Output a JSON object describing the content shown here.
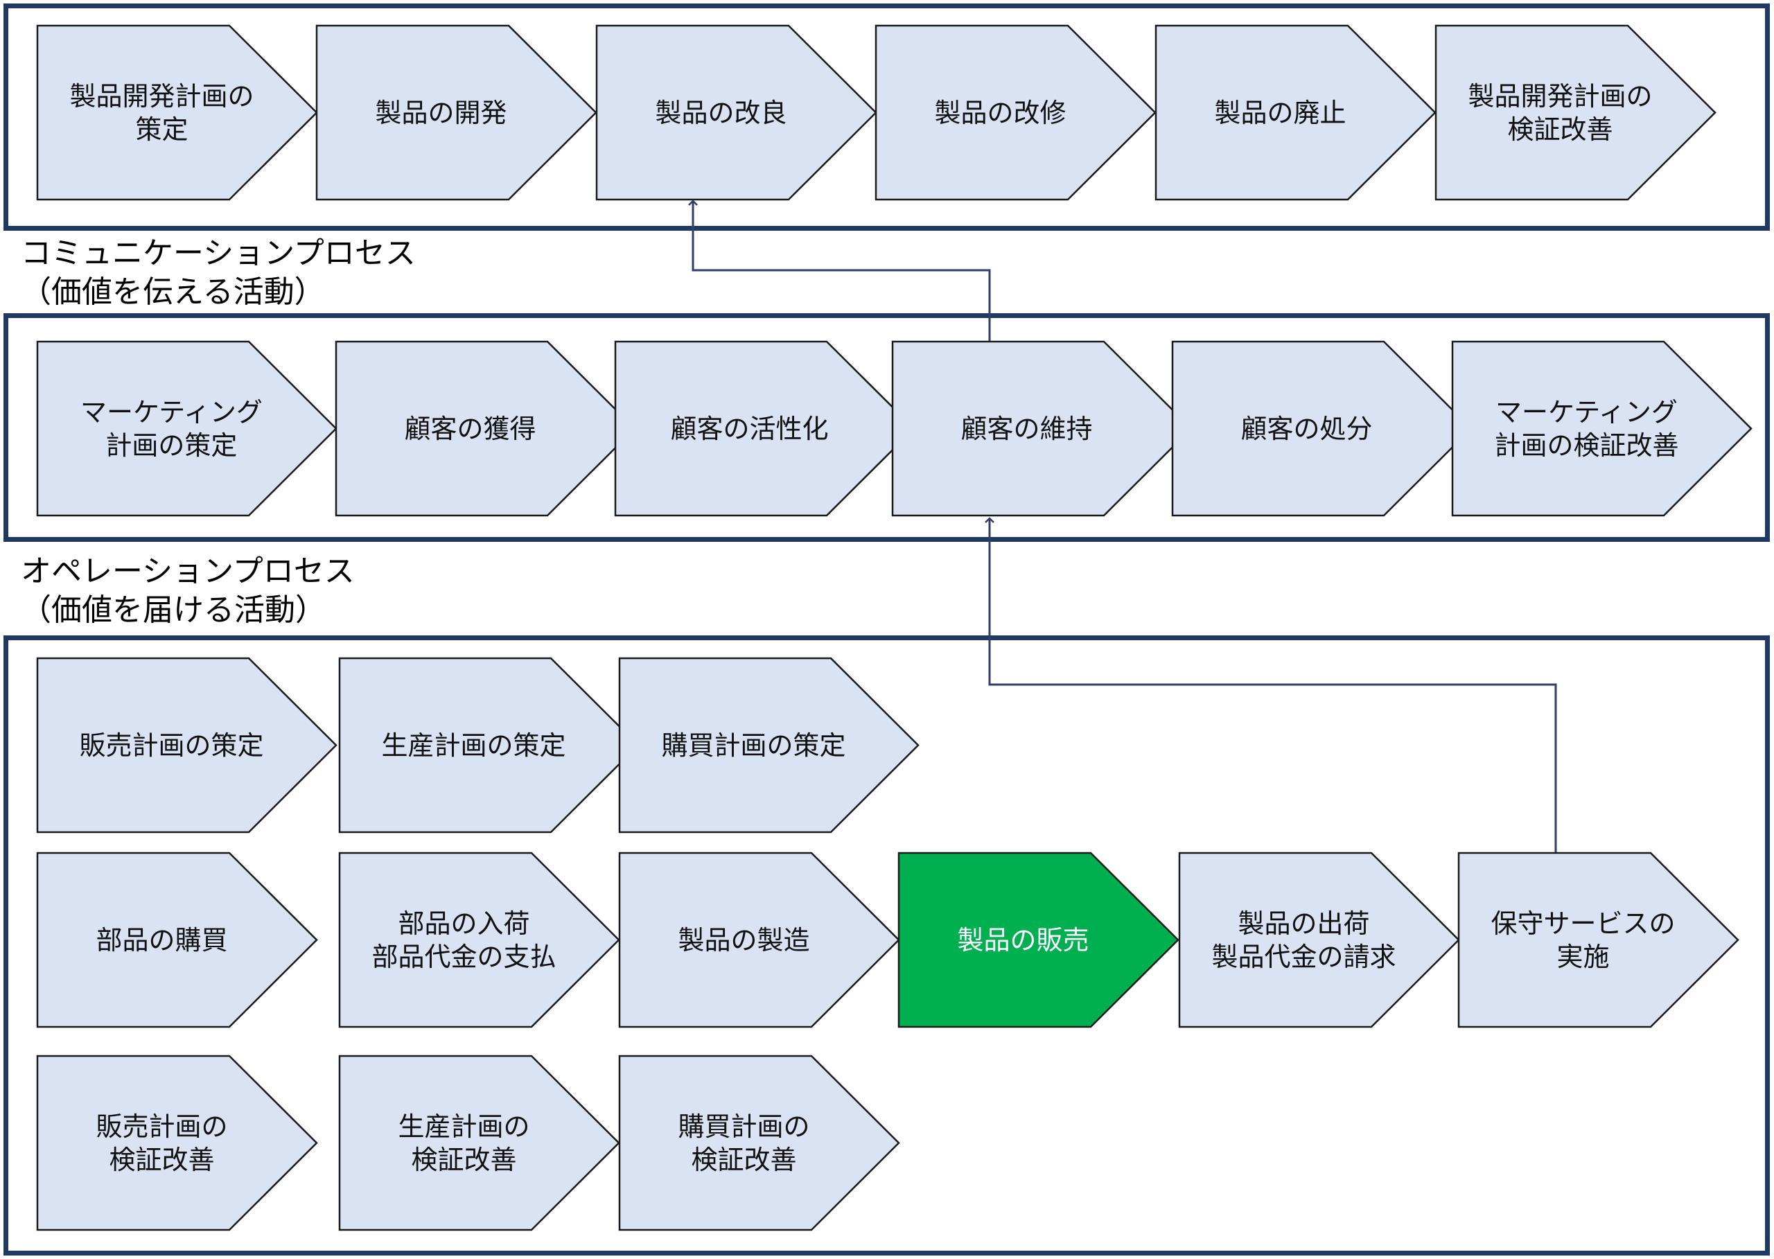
{
  "colors": {
    "frame": "#1f3864",
    "step_fill": "#dae3f3",
    "step_stroke": "#1a1a1a",
    "active_fill": "#00b050",
    "active_text": "#ffffff",
    "connector": "#2f3f6b"
  },
  "sections": {
    "communication": {
      "heading": "コミュニケーションプロセス\n（価値を伝える活動）"
    },
    "operation": {
      "heading": "オペレーションプロセス\n（価値を届ける活動）"
    }
  },
  "rows": {
    "development": [
      {
        "id": "dev-plan",
        "label": "製品開発計画の\n策定"
      },
      {
        "id": "dev-develop",
        "label": "製品の開発"
      },
      {
        "id": "dev-improve",
        "label": "製品の改良"
      },
      {
        "id": "dev-repair",
        "label": "製品の改修"
      },
      {
        "id": "dev-retire",
        "label": "製品の廃止"
      },
      {
        "id": "dev-review",
        "label": "製品開発計画の\n検証改善"
      }
    ],
    "communication": [
      {
        "id": "com-plan",
        "label": "マーケティング\n計画の策定"
      },
      {
        "id": "com-acquire",
        "label": "顧客の獲得"
      },
      {
        "id": "com-activate",
        "label": "顧客の活性化"
      },
      {
        "id": "com-retain",
        "label": "顧客の維持"
      },
      {
        "id": "com-dispose",
        "label": "顧客の処分"
      },
      {
        "id": "com-review",
        "label": "マーケティング\n計画の検証改善"
      }
    ],
    "operation_plan": [
      {
        "id": "op-sales-plan",
        "label": "販売計画の策定"
      },
      {
        "id": "op-production-plan",
        "label": "生産計画の策定"
      },
      {
        "id": "op-purchase-plan",
        "label": "購買計画の策定"
      }
    ],
    "operation_main": [
      {
        "id": "op-parts-purchase",
        "label": "部品の購買"
      },
      {
        "id": "op-parts-receive",
        "label": "部品の入荷\n部品代金の支払"
      },
      {
        "id": "op-manufacture",
        "label": "製品の製造"
      },
      {
        "id": "op-sell",
        "label": "製品の販売",
        "active": true
      },
      {
        "id": "op-ship",
        "label": "製品の出荷\n製品代金の請求"
      },
      {
        "id": "op-maintenance",
        "label": "保守サービスの\n実施"
      }
    ],
    "operation_review": [
      {
        "id": "op-sales-review",
        "label": "販売計画の\n検証改善"
      },
      {
        "id": "op-production-review",
        "label": "生産計画の\n検証改善"
      },
      {
        "id": "op-purchase-review",
        "label": "購買計画の\n検証改善"
      }
    ]
  }
}
